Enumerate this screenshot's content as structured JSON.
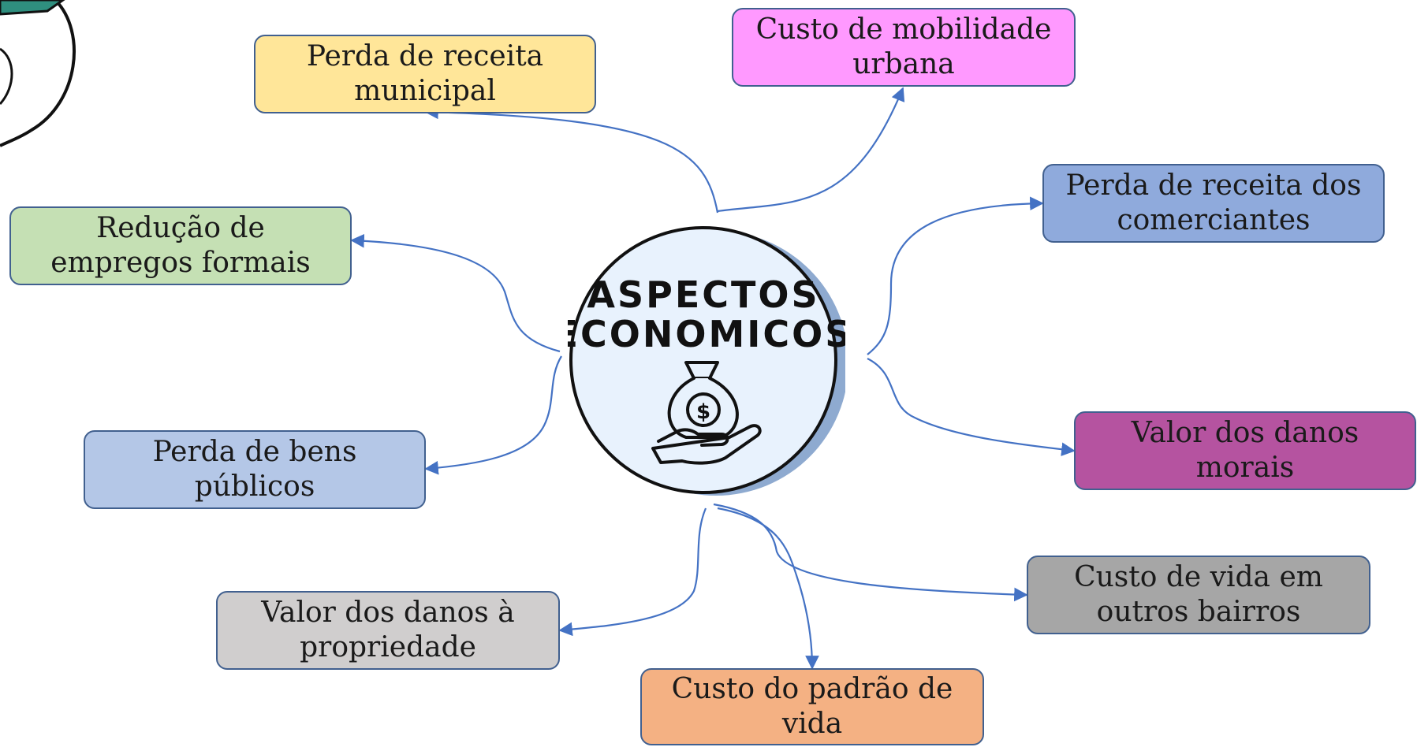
{
  "center": {
    "title_line1": "ASPECTOS",
    "title_line2": "ECONOMICOS",
    "icon": "money-bag-hand-icon",
    "fill_color": "#e8f2fd"
  },
  "nodes": [
    {
      "id": "perda-receita-municipal",
      "label": "Perda de receita municipal",
      "color": "#ffe699"
    },
    {
      "id": "custo-mobilidade",
      "label": "Custo de mobilidade urbana",
      "color": "#ff99ff"
    },
    {
      "id": "reducao-empregos",
      "label": "Redução de empregos formais",
      "color": "#c5e0b4"
    },
    {
      "id": "perda-receita-comerciantes",
      "label": "Perda de receita dos comerciantes",
      "color": "#8faadc"
    },
    {
      "id": "perda-bens-publicos",
      "label": "Perda de bens públicos",
      "color": "#b4c7e7"
    },
    {
      "id": "valor-danos-morais",
      "label": "Valor dos danos morais",
      "color": "#b553a0"
    },
    {
      "id": "custo-vida-bairros",
      "label": "Custo de vida em outros bairros",
      "color": "#a6a6a6"
    },
    {
      "id": "valor-danos-propriedade",
      "label": "Valor dos danos à propriedade",
      "color": "#d0cece"
    },
    {
      "id": "custo-padrao-vida",
      "label": "Custo do padrão de vida",
      "color": "#f4b183"
    }
  ],
  "colors": {
    "connector": "#4472c4",
    "border": "#41608f"
  }
}
